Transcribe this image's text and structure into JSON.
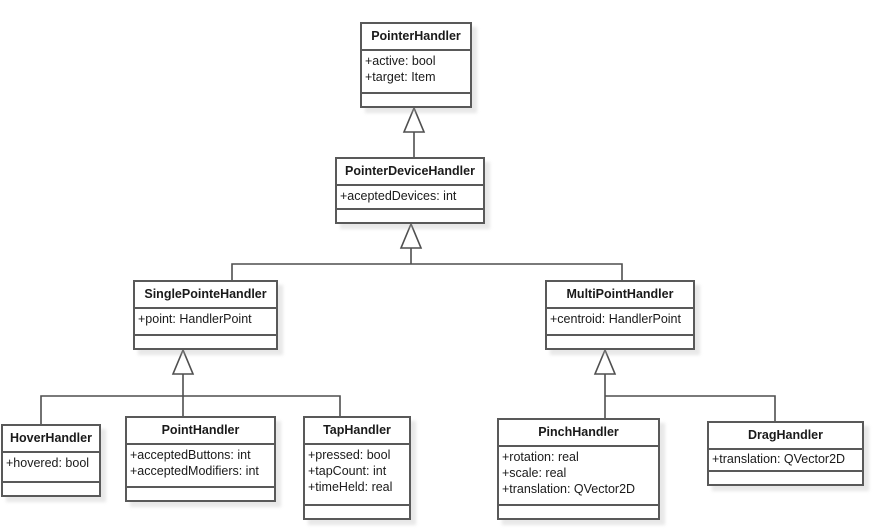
{
  "diagram": {
    "type": "uml-class-diagram",
    "background": "#ffffff",
    "colors": {
      "box_border": "#595959",
      "box_fill": "#ffffff",
      "connector": "#4f4f4f",
      "text": "#1a1a1a"
    },
    "classes": [
      {
        "name": "PointerHandler",
        "attrs": [
          "+active: bool",
          "+target: Item"
        ]
      },
      {
        "name": "PointerDeviceHandler",
        "attrs": [
          "+aceptedDevices: int"
        ]
      },
      {
        "name": "SinglePointeHandler",
        "attrs": [
          "+point: HandlerPoint"
        ]
      },
      {
        "name": "MultiPointHandler",
        "attrs": [
          "+centroid: HandlerPoint"
        ]
      },
      {
        "name": "HoverHandler",
        "attrs": [
          "+hovered: bool"
        ]
      },
      {
        "name": "PointHandler",
        "attrs": [
          "+acceptedButtons: int",
          "+acceptedModifiers: int"
        ]
      },
      {
        "name": "TapHandler",
        "attrs": [
          "+pressed: bool",
          "+tapCount: int",
          "+timeHeld: real"
        ]
      },
      {
        "name": "PinchHandler",
        "attrs": [
          "+rotation: real",
          "+scale: real",
          "+translation: QVector2D"
        ]
      },
      {
        "name": "DragHandler",
        "attrs": [
          "+translation: QVector2D"
        ]
      }
    ],
    "relationships": [
      {
        "type": "generalization",
        "child": "PointerDeviceHandler",
        "parent": "PointerHandler"
      },
      {
        "type": "generalization",
        "child": "SinglePointeHandler",
        "parent": "PointerDeviceHandler"
      },
      {
        "type": "generalization",
        "child": "MultiPointHandler",
        "parent": "PointerDeviceHandler"
      },
      {
        "type": "generalization",
        "child": "HoverHandler",
        "parent": "SinglePointeHandler"
      },
      {
        "type": "generalization",
        "child": "PointHandler",
        "parent": "SinglePointeHandler"
      },
      {
        "type": "generalization",
        "child": "TapHandler",
        "parent": "SinglePointeHandler"
      },
      {
        "type": "generalization",
        "child": "PinchHandler",
        "parent": "MultiPointHandler"
      },
      {
        "type": "generalization",
        "child": "DragHandler",
        "parent": "MultiPointHandler"
      }
    ]
  }
}
